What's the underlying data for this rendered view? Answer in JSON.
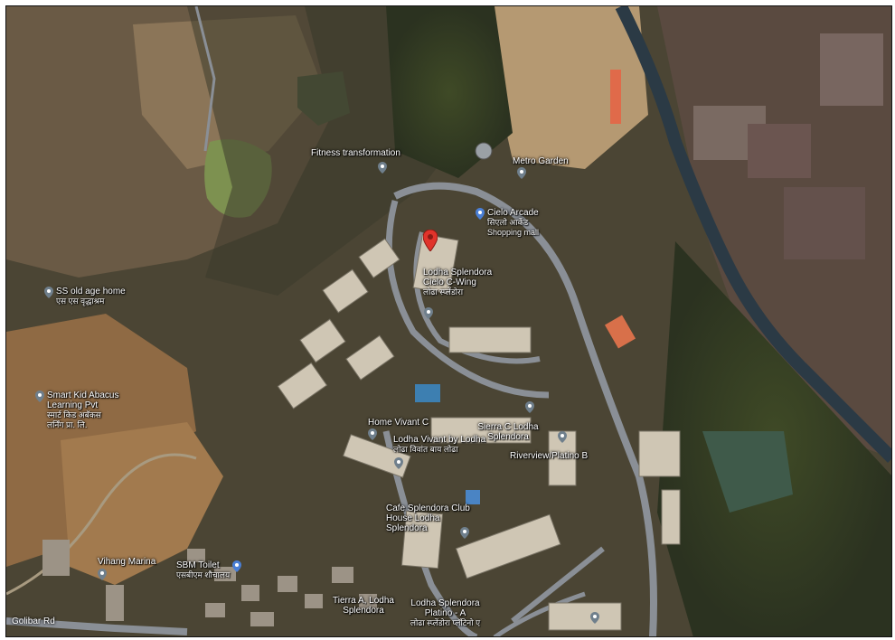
{
  "map": {
    "places": [
      {
        "id": "fitness-transformation",
        "name": "Fitness transformation",
        "sub": "",
        "pin": "grey-pin"
      },
      {
        "id": "metro-garden",
        "name": "Metro Garden",
        "sub": "",
        "pin": "grey-pin"
      },
      {
        "id": "cielo-arcade",
        "name": "Cielo Arcade",
        "sub": "सिएलो आर्केड Shopping mall",
        "pin": "blue-pin"
      },
      {
        "id": "lodha-splendora-cielo",
        "name": "Lodha Splendora Cielo C-Wing",
        "sub": "लोढा स्प्लेंडोरा",
        "pin": "grey-pin"
      },
      {
        "id": "ss-old-age-home",
        "name": "SS old age home",
        "sub": "एस एस वृद्धाश्रम",
        "pin": "grey-pin"
      },
      {
        "id": "smart-kid-abacus",
        "name": "Smart Kid Abacus Learning Pvt",
        "sub": "स्मार्ट किड अबॅकस लर्निंग प्रा. लि.",
        "pin": "grey-pin"
      },
      {
        "id": "home-vivant-c",
        "name": "Home Vivant C",
        "sub": "",
        "pin": "grey-pin"
      },
      {
        "id": "lodha-vivant-by-lodha",
        "name": "Lodha Vivant by Lodha",
        "sub": "लोढा विवांत बाय लोढा",
        "pin": "grey-pin"
      },
      {
        "id": "lodha-splendora-c",
        "name": "Sierra C Lodha Splendora",
        "sub": "",
        "pin": "grey-pin"
      },
      {
        "id": "riverview-platino",
        "name": "Riverview/Platino B",
        "sub": "",
        "pin": "grey-pin"
      },
      {
        "id": "cafe-splendora-club",
        "name": "Cafe Splendora Club House Lodha Splendora",
        "sub": "",
        "pin": "grey-pin"
      },
      {
        "id": "vihang-marina",
        "name": "Vihang Marina",
        "sub": "",
        "pin": "grey-pin"
      },
      {
        "id": "sbm-toilet",
        "name": "SBM Toilet",
        "sub": "एसबीएम शौचालय",
        "pin": "blue-pin"
      },
      {
        "id": "tierra-a-lodha",
        "name": "Tierra A, Lodha Splendora",
        "sub": "",
        "pin": "none"
      },
      {
        "id": "lodha-splendora-platino-a",
        "name": "Lodha Splendora Platino - A",
        "sub": "लोढा स्प्लेंडोरा प्लॅटिनो ए",
        "pin": "none"
      }
    ],
    "roads": [
      {
        "id": "golibar-rd",
        "name": "Golibar Rd"
      }
    ],
    "colors": {
      "grey_pin": "#6f7f8c",
      "blue_pin": "#4a7fd6",
      "red_pin": "#e0332b",
      "road": "#8a8f96"
    }
  }
}
